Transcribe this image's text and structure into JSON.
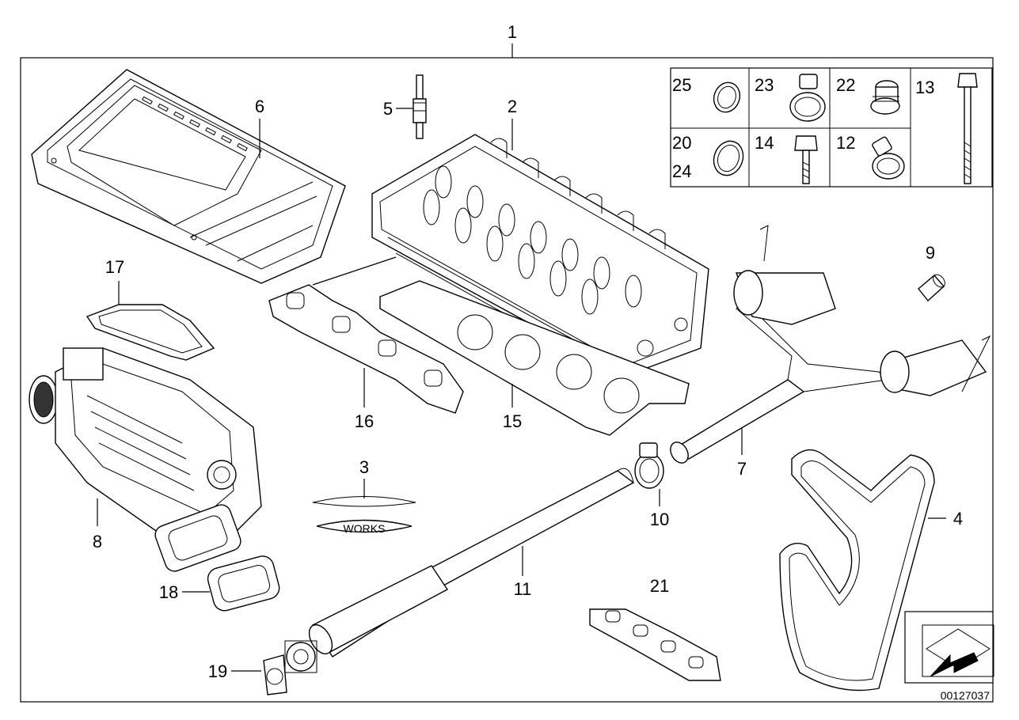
{
  "diagram": {
    "main_label": "1",
    "catalog_number": "00127037",
    "callouts": [
      "2",
      "3",
      "4",
      "5",
      "6",
      "7",
      "8",
      "9",
      "10",
      "11",
      "15",
      "16",
      "17",
      "18",
      "19",
      "21"
    ],
    "parts_box_labels": [
      "25",
      "23",
      "22",
      "13",
      "20",
      "24",
      "14",
      "12"
    ]
  }
}
